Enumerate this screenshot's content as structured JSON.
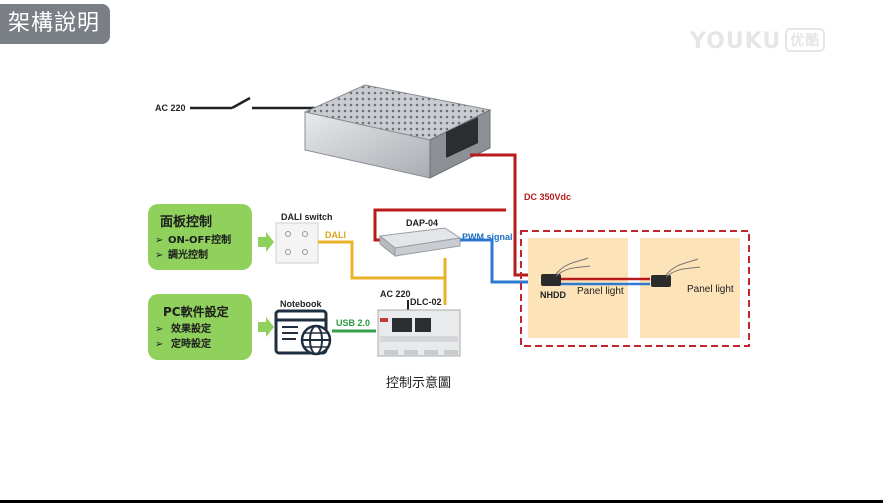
{
  "slide_title": "架構說明",
  "watermark": {
    "brand": "YOUKU",
    "brand_cn": "优酷"
  },
  "labels": {
    "ac220_top": "AC 220",
    "dc_350": "DC 350Vdc",
    "dali_switch": "DALI switch",
    "dali": "DALI",
    "dap04": "DAP-04",
    "pwm_signal": "PWM signal",
    "notebook": "Notebook",
    "usb": "USB 2.0",
    "ac220_dlc": "AC 220",
    "dlc02": "DLC-02",
    "nhdd": "NHDD",
    "panel_light_1": "Panel light",
    "panel_light_2": "Panel light",
    "caption": "控制示意圖"
  },
  "panel_box": {
    "title": "面板控制",
    "items": [
      "ON-OFF控制",
      "調光控制"
    ]
  },
  "pc_box": {
    "title": "PC軟件設定",
    "items": [
      "效果設定",
      "定時設定"
    ]
  },
  "colors": {
    "red_wire": "#b71b1b",
    "blue_wire": "#2f7ad0",
    "orange_wire": "#e8b22a",
    "green_wire": "#35a24a",
    "green_box": "#8fd15c",
    "panel_fill": "#fde3b8",
    "dashed_border": "#c0262c"
  }
}
